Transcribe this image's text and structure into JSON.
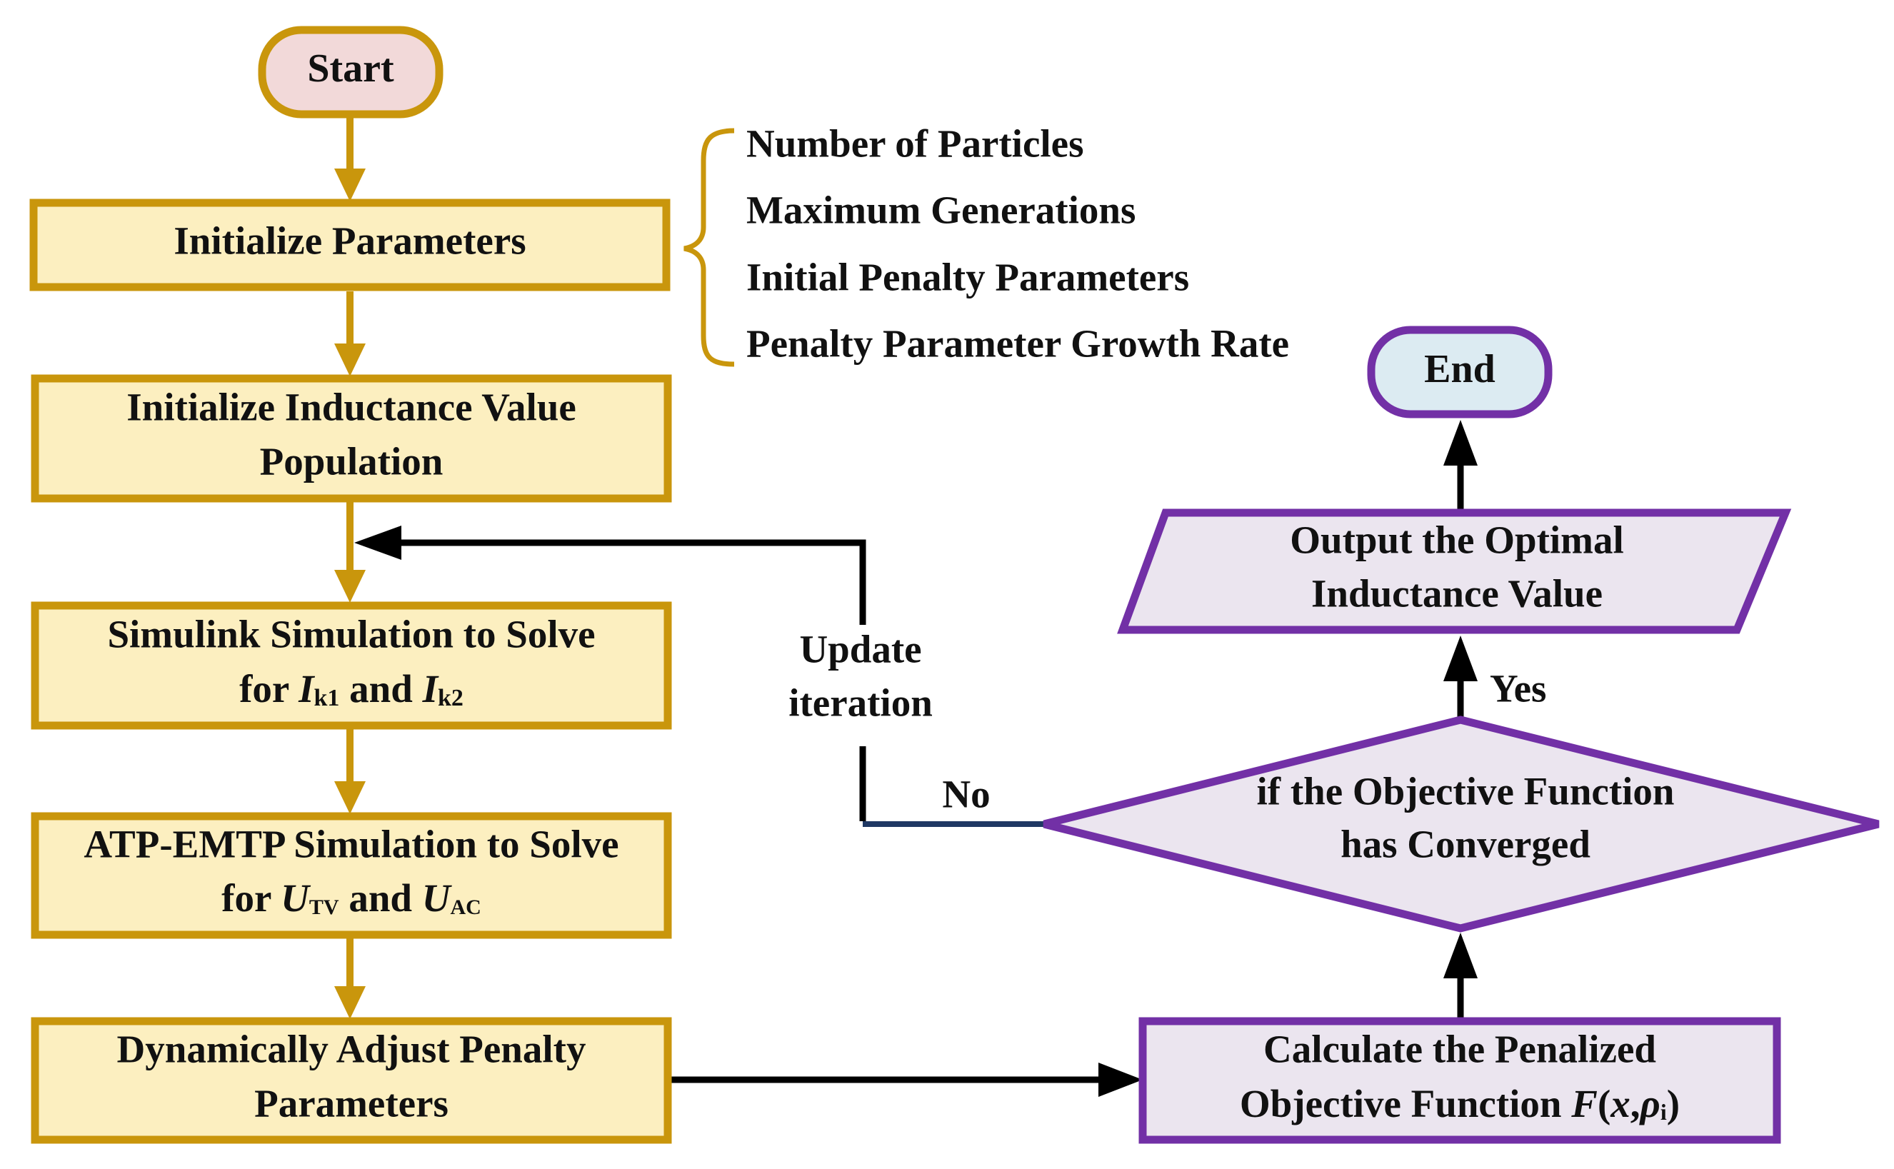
{
  "colors": {
    "gold_stroke": "#c9960c",
    "gold_fill": "#fcefc0",
    "start_fill": "#f2d9d9",
    "purple_stroke": "#7230a6",
    "purple_fill": "#ebe5ef",
    "end_fill": "#dcebf2",
    "arrow_black": "#000000",
    "no_line": "#1f3864"
  },
  "nodes": {
    "start": {
      "label": "Start"
    },
    "init_params": {
      "label": "Initialize Parameters"
    },
    "init_pop": {
      "line1": "Initialize Inductance Value",
      "line2": "Population"
    },
    "simulink": {
      "line1": "Simulink Simulation to Solve",
      "prefix": "for ",
      "var1": "I",
      "sub1": "k1",
      "mid": " and ",
      "var2": "I",
      "sub2": "k2"
    },
    "atp": {
      "line1": "ATP-EMTP Simulation to Solve",
      "prefix": "for ",
      "var1": "U",
      "sub1": "TV",
      "mid": " and ",
      "var2": "U",
      "sub2": "AC"
    },
    "adjust": {
      "line1": "Dynamically Adjust Penalty",
      "line2": "Parameters"
    },
    "calc": {
      "line1": "Calculate the Penalized",
      "prefix": "Objective Function ",
      "func": "F",
      "open": "(",
      "arg_x": "x",
      "comma": ",",
      "arg_rho": "ρ",
      "sub": "i",
      "close": ")"
    },
    "decision": {
      "line1": "if the Objective Function",
      "line2": "has Converged"
    },
    "output": {
      "line1": "Output the Optimal",
      "line2": "Inductance Value"
    },
    "end": {
      "label": "End"
    }
  },
  "param_list": [
    "Number of Particles",
    "Maximum Generations",
    "Initial Penalty Parameters",
    "Penalty Parameter Growth Rate"
  ],
  "edge_labels": {
    "update": {
      "line1": "Update",
      "line2": "iteration"
    },
    "no": "No",
    "yes": "Yes"
  }
}
